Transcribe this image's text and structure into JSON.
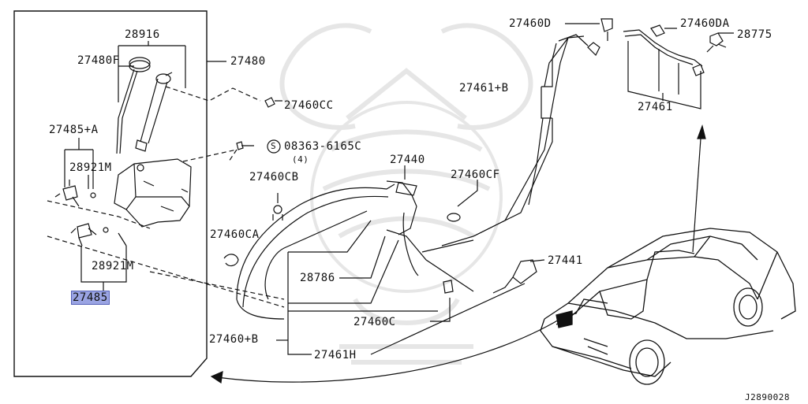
{
  "labels": {
    "p28916": "28916",
    "p27480F": "27480F",
    "p27480": "27480",
    "p27460CC": "27460CC",
    "p27485A": "27485+A",
    "p28921M_top": "28921M",
    "p08363": "08363-6165C",
    "p08363_qty": "(4)",
    "p08363_symbol": "S",
    "p27460CB": "27460CB",
    "p27440": "27440",
    "p27460CF": "27460CF",
    "p27460CA": "27460CA",
    "p28921M_bot": "28921M",
    "p27485": "27485",
    "p28786": "28786",
    "p27460C": "27460C",
    "p27460B": "27460+B",
    "p27461H": "27461H",
    "p27441": "27441",
    "p27460D": "27460D",
    "p27460DA": "27460DA",
    "p28775": "28775",
    "p27461B": "27461+B",
    "p27461": "27461",
    "diagram_code": "J2890028"
  },
  "highlighted_part": "27485",
  "colors": {
    "line": "#111111",
    "highlight": "#9aa4e3",
    "watermark": "#e4e4e4"
  }
}
